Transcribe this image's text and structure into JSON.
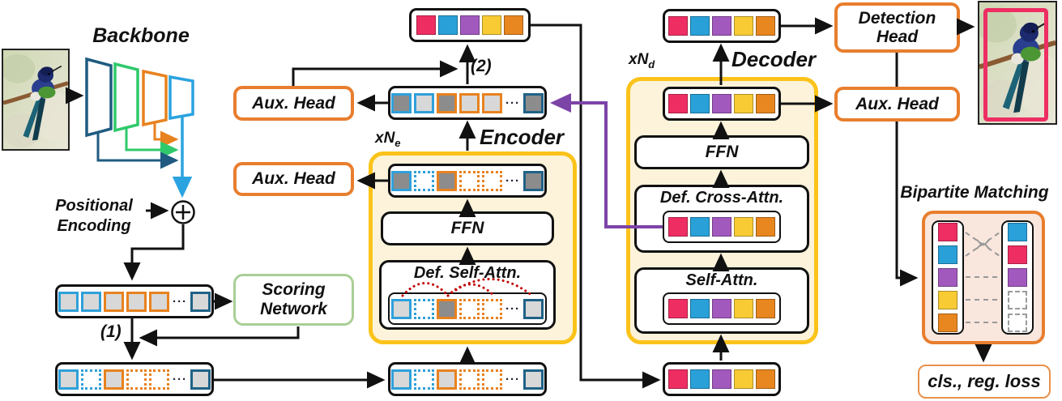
{
  "labels": {
    "backbone": "Backbone",
    "positional_line1": "Positional",
    "positional_line2": "Encoding",
    "scoring_line1": "Scoring",
    "scoring_line2": "Network",
    "aux_head": "Aux. Head",
    "encoder": "Encoder",
    "decoder": "Decoder",
    "xn_prefix": "xN",
    "xn_e": "e",
    "xn_d": "d",
    "ffn": "FFN",
    "def_self_attn": "Def. Self-Attn.",
    "def_cross_attn": "Def. Cross-Attn.",
    "self_attn": "Self-Attn.",
    "detection_line1": "Detection",
    "detection_line2": "Head",
    "bipartite": "Bipartite Matching",
    "loss": "cls., reg. loss",
    "step1": "(1)",
    "step2": "(2)",
    "ellipsis": "···"
  },
  "colors": {
    "token_border_blue": "#2FA0DA",
    "token_border_orange": "#E8821E",
    "token_border_navy": "#1F6287",
    "token_fill_light": "#D8D8D8",
    "token_fill_dark": "#8C8C8C",
    "query_pink": "#EE2E63",
    "query_blue": "#29A0D8",
    "query_purple": "#A259BE",
    "query_yellow": "#F8CB34",
    "query_orange": "#E8861F",
    "head_box_orange": "#E87E2E",
    "module_border_yellow": "#FBC31A",
    "module_fill_cream": "#FCF3DA",
    "scoring_border_green": "#A9CF96",
    "bipartite_fill": "#F9E6DD",
    "cross_attn_arrow_purple": "#7D44A8",
    "attention_arc_red": "#C00000",
    "detection_bbox_pink": "#EE2E63",
    "backbone_navy": "#1F5B80",
    "backbone_green": "#2FC96B",
    "backbone_orange": "#E8821E",
    "backbone_blue": "#2BA3E0"
  },
  "rows": {
    "backbone_tokens": [
      "blue:light",
      "blue:light",
      "orange:light",
      "orange:light",
      "orange:light",
      "dots",
      "navy:light"
    ],
    "sparse_tokens": [
      "blue:light",
      "blue:dotted",
      "orange:light",
      "orange:dotted",
      "orange:dotted",
      "dots",
      "navy:light"
    ],
    "encoder_selfattn_tokens": [
      "blue:light",
      "blue:dotted",
      "orange:dark",
      "orange:dotted",
      "orange:dotted",
      "dots",
      "navy:light"
    ],
    "encoder_top_tokens": [
      "blue:dark",
      "blue:dotted",
      "orange:dark",
      "orange:dotted",
      "orange:dotted",
      "dots",
      "navy:dark"
    ],
    "encoder_out_tokens": [
      "blue:dark",
      "blue:light",
      "orange:dark",
      "orange:light",
      "orange:light",
      "dots",
      "navy:dark"
    ],
    "query_tokens": [
      "q:pink",
      "q:blue",
      "q:purple",
      "q:yellow",
      "q:qorange"
    ],
    "bipartite_left": [
      "q:pink",
      "q:blue",
      "q:purple",
      "q:yellow",
      "q:qorange"
    ],
    "bipartite_right": [
      "q:blue",
      "q:pink",
      "q:purple",
      "q:dashed",
      "q:dashed"
    ]
  }
}
